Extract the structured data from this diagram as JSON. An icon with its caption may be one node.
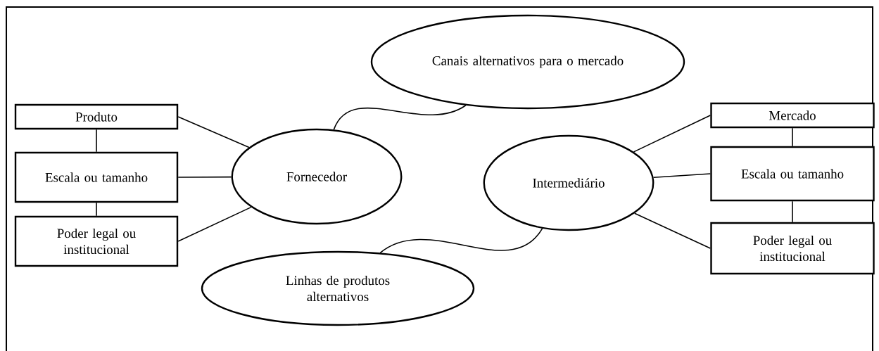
{
  "diagram": {
    "nodes": [
      {
        "text": [
          "Canais alternativos para o mercado"
        ]
      },
      {
        "text": [
          "Produto"
        ]
      },
      {
        "text": [
          "Escala ou tamanho"
        ]
      },
      {
        "text": [
          "Poder legal ou institucional"
        ]
      },
      {
        "text": [
          "Fornecedor"
        ]
      },
      {
        "text": [
          "Intermediário"
        ]
      },
      {
        "text": [
          "Mercado"
        ]
      },
      {
        "text": [
          "Escala ou tamanho"
        ]
      },
      {
        "text": [
          "Poder legal ou institucional"
        ]
      },
      {
        "text": [
          "Linhas de produtos alternativos"
        ]
      }
    ],
    "edges": [
      {
        "from": 1,
        "to": 2,
        "arrow": "none"
      },
      {
        "from": 2,
        "to": 3,
        "arrow": "none"
      },
      {
        "from": 1,
        "to": 4,
        "arrow": "none"
      },
      {
        "from": 2,
        "to": 4,
        "arrow": "none"
      },
      {
        "from": 3,
        "to": 4,
        "arrow": "none"
      },
      {
        "from": 4,
        "to": 0,
        "arrow": "none"
      },
      {
        "from": 9,
        "to": 5,
        "arrow": "none"
      },
      {
        "from": 5,
        "to": 6,
        "arrow": "none"
      },
      {
        "from": 5,
        "to": 7,
        "arrow": "none"
      },
      {
        "from": 5,
        "to": 8,
        "arrow": "none"
      },
      {
        "from": 6,
        "to": 7,
        "arrow": "none"
      },
      {
        "from": 7,
        "to": 8,
        "arrow": "none"
      }
    ]
  }
}
